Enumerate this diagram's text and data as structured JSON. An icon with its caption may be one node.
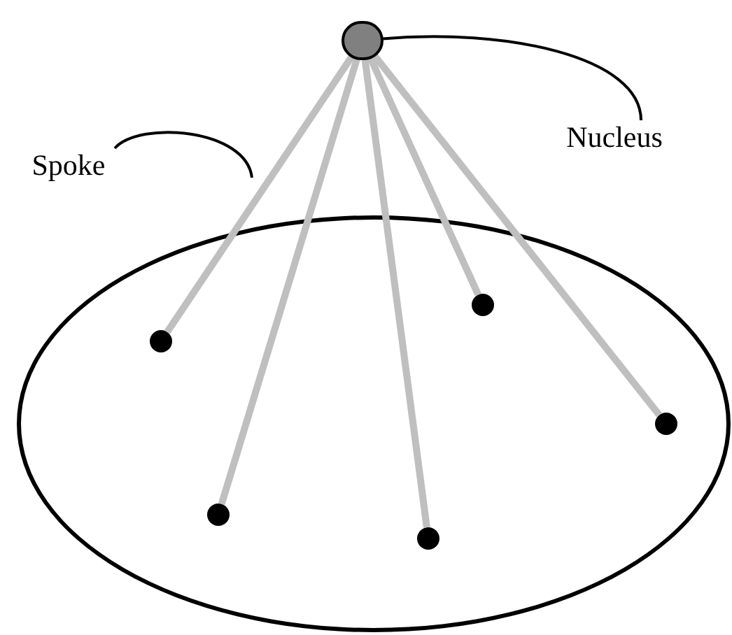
{
  "diagram": {
    "nodes": [
      {
        "text": [],
        "shape": "ellipse"
      },
      {
        "text": [],
        "shape": "circle"
      },
      {
        "text": [],
        "shape": "circle",
        "in": 0
      },
      {
        "text": [],
        "shape": "circle",
        "in": 0
      },
      {
        "text": [],
        "shape": "circle",
        "in": 0
      },
      {
        "text": [],
        "shape": "circle",
        "in": 0
      },
      {
        "text": [],
        "shape": "circle",
        "in": 0
      },
      {
        "text": [
          "Spoke"
        ]
      },
      {
        "text": [
          "Nucleus"
        ]
      }
    ],
    "edges": [
      {
        "from": 1,
        "to": 2,
        "arrow": "none"
      },
      {
        "from": 1,
        "to": 5,
        "arrow": "none"
      },
      {
        "from": 1,
        "to": 6,
        "arrow": "none"
      },
      {
        "from": 1,
        "to": 3,
        "arrow": "none"
      },
      {
        "from": 1,
        "to": 4,
        "arrow": "none"
      },
      {
        "from": 7,
        "to": null,
        "arrow": "none",
        "color": "#000000"
      },
      {
        "from": 8,
        "to": 1,
        "arrow": "none",
        "color": "#000000"
      }
    ]
  }
}
